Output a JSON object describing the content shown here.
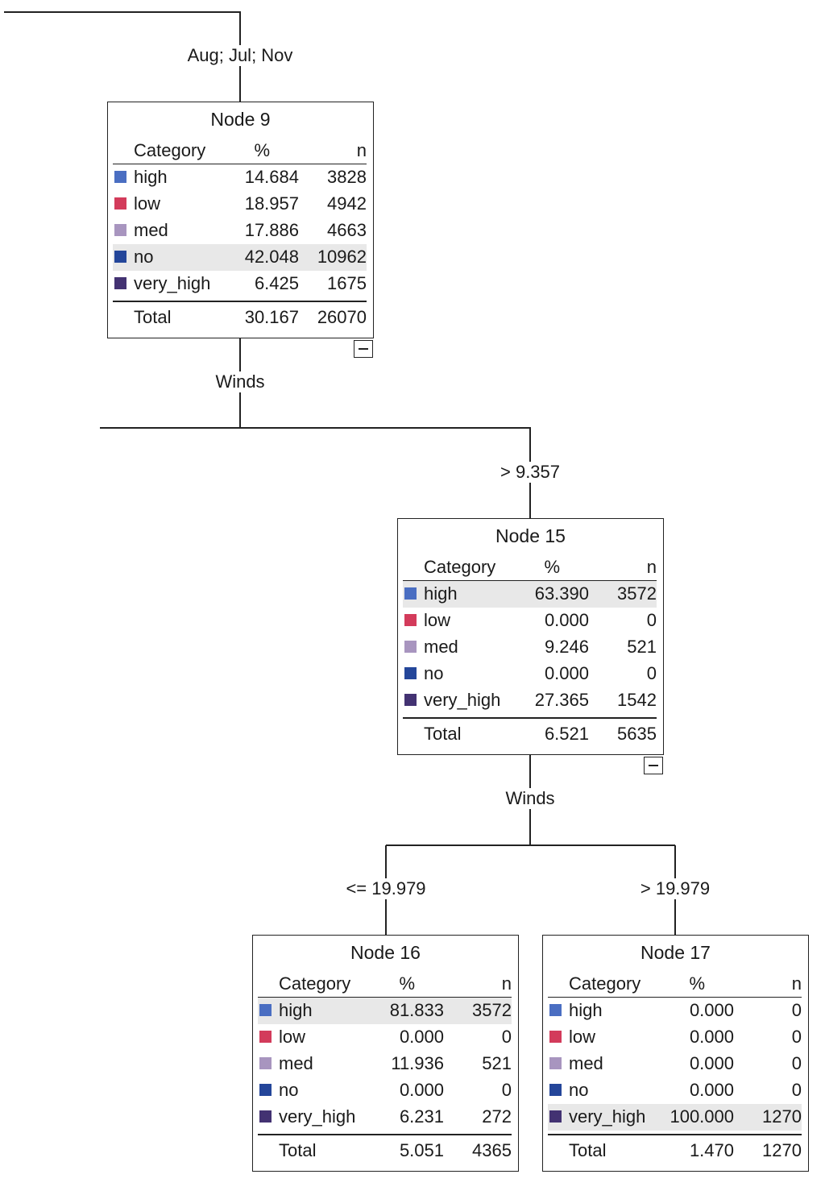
{
  "categories": [
    {
      "name": "high",
      "color": "#4a6ec2"
    },
    {
      "name": "low",
      "color": "#d33b5b"
    },
    {
      "name": "med",
      "color": "#a895bf"
    },
    {
      "name": "no",
      "color": "#24469a"
    },
    {
      "name": "very_high",
      "color": "#433272"
    }
  ],
  "headers": {
    "category": "Category",
    "percent": "%",
    "n": "n"
  },
  "total_label": "Total",
  "edges": {
    "top_split": "Aug; Jul; Nov",
    "node9_split": "Winds",
    "node9_to_15": "> 9.357",
    "node15_split": "Winds",
    "node15_to_16": "<= 19.979",
    "node15_to_17": "> 19.979"
  },
  "nodes": {
    "n9": {
      "title": "Node 9",
      "rows": [
        {
          "category": "high",
          "percent": "14.684",
          "n": "3828"
        },
        {
          "category": "low",
          "percent": "18.957",
          "n": "4942"
        },
        {
          "category": "med",
          "percent": "17.886",
          "n": "4663"
        },
        {
          "category": "no",
          "percent": "42.048",
          "n": "10962",
          "highlight": true
        },
        {
          "category": "very_high",
          "percent": "6.425",
          "n": "1675"
        }
      ],
      "total": {
        "percent": "30.167",
        "n": "26070"
      }
    },
    "n15": {
      "title": "Node 15",
      "rows": [
        {
          "category": "high",
          "percent": "63.390",
          "n": "3572",
          "highlight": true
        },
        {
          "category": "low",
          "percent": "0.000",
          "n": "0"
        },
        {
          "category": "med",
          "percent": "9.246",
          "n": "521"
        },
        {
          "category": "no",
          "percent": "0.000",
          "n": "0"
        },
        {
          "category": "very_high",
          "percent": "27.365",
          "n": "1542"
        }
      ],
      "total": {
        "percent": "6.521",
        "n": "5635"
      }
    },
    "n16": {
      "title": "Node 16",
      "rows": [
        {
          "category": "high",
          "percent": "81.833",
          "n": "3572",
          "highlight": true
        },
        {
          "category": "low",
          "percent": "0.000",
          "n": "0"
        },
        {
          "category": "med",
          "percent": "11.936",
          "n": "521"
        },
        {
          "category": "no",
          "percent": "0.000",
          "n": "0"
        },
        {
          "category": "very_high",
          "percent": "6.231",
          "n": "272"
        }
      ],
      "total": {
        "percent": "5.051",
        "n": "4365"
      }
    },
    "n17": {
      "title": "Node 17",
      "rows": [
        {
          "category": "high",
          "percent": "0.000",
          "n": "0"
        },
        {
          "category": "low",
          "percent": "0.000",
          "n": "0"
        },
        {
          "category": "med",
          "percent": "0.000",
          "n": "0"
        },
        {
          "category": "no",
          "percent": "0.000",
          "n": "0"
        },
        {
          "category": "very_high",
          "percent": "100.000",
          "n": "1270",
          "highlight": true
        }
      ],
      "total": {
        "percent": "1.470",
        "n": "1270"
      }
    }
  }
}
